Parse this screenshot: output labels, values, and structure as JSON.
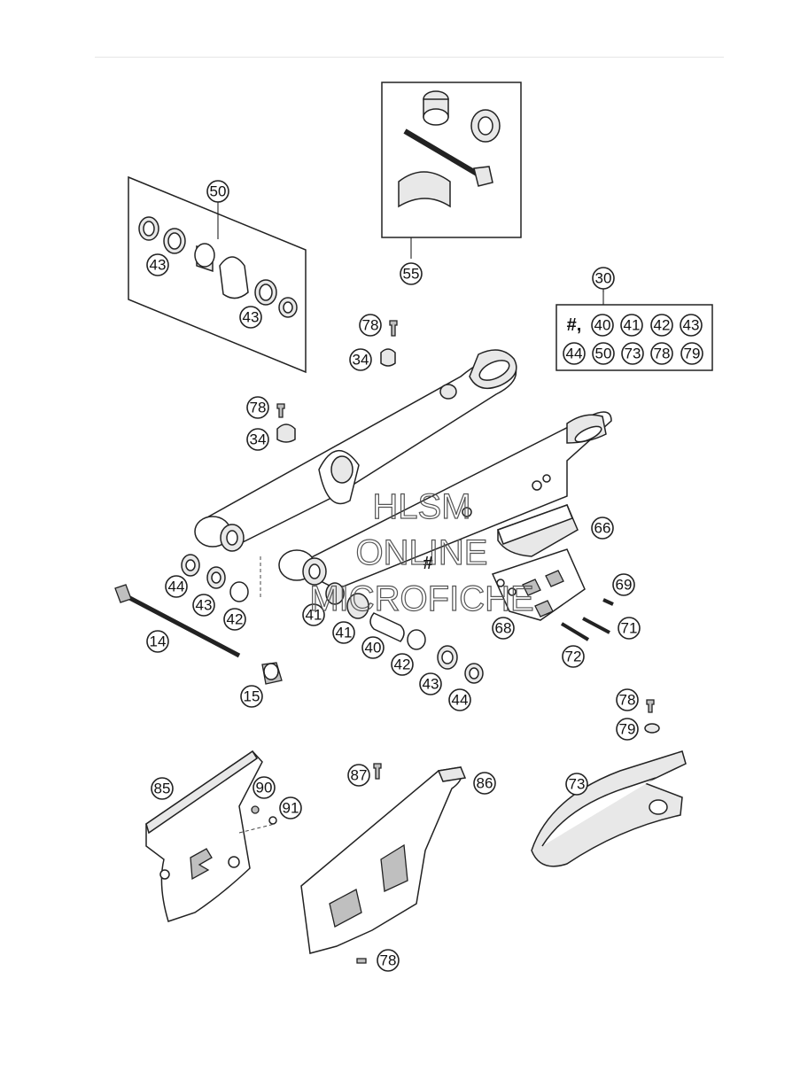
{
  "callouts": {
    "c50": "50",
    "c43a": "43",
    "c43b": "43",
    "c55": "55",
    "c30": "30",
    "c78a": "78",
    "c34a": "34",
    "c78b": "78",
    "c34b": "34",
    "c66": "66",
    "c69": "69",
    "c71": "71",
    "c72": "72",
    "c68": "68",
    "c44a": "44",
    "c43c": "43",
    "c42a": "42",
    "c41a": "41",
    "c41b": "41",
    "c40": "40",
    "c42b": "42",
    "c43d": "43",
    "c44b": "44",
    "c14": "14",
    "c15": "15",
    "c78c": "78",
    "c79": "79",
    "c73": "73",
    "c85": "85",
    "c90": "90",
    "c91": "91",
    "c87": "87",
    "c86": "86",
    "c78d": "78"
  },
  "kit30": {
    "prefix": "#,",
    "row1": [
      "40",
      "41",
      "42",
      "43"
    ],
    "row2": [
      "44",
      "50",
      "73",
      "78",
      "79"
    ]
  },
  "hash_mark": "#",
  "watermark": {
    "line1": "HLSM",
    "line2": "ONLINE",
    "line3": "MICROFICHE"
  }
}
